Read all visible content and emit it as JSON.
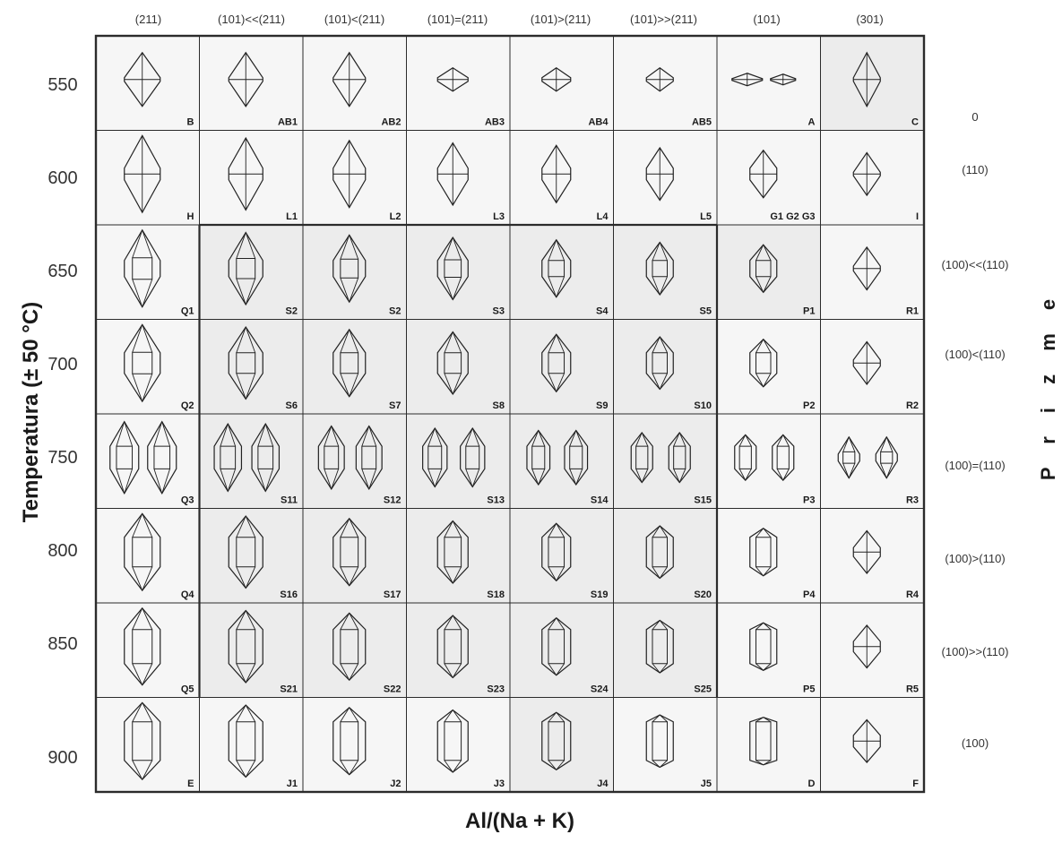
{
  "title": "",
  "axes": {
    "y_label": "Temperatura (± 50 °C)",
    "x_label": "Al/(Na + K)",
    "right_label": "P r i z m e"
  },
  "columns": [
    "(211)",
    "(101)<<(211)",
    "(101)<(211)",
    "(101)=(211)",
    "(101)>(211)",
    "(101)>>(211)",
    "(101)",
    "(301)"
  ],
  "rows": [
    "550",
    "600",
    "650",
    "700",
    "750",
    "800",
    "850",
    "900"
  ],
  "prisms": [
    "0",
    "(110)",
    "(100)<<(110)",
    "(100)<(110)",
    "(100)=(110)",
    "(100)>(110)",
    "(100)>>(110)",
    "(100)"
  ],
  "cells": [
    [
      "B",
      "AB1",
      "AB2",
      "AB3",
      "AB4",
      "AB5",
      "A",
      "C"
    ],
    [
      "H",
      "L1",
      "L2",
      "L3",
      "L4",
      "L5",
      "G1 G2 G3",
      "I"
    ],
    [
      "Q1",
      "S2",
      "S2",
      "S3",
      "S4",
      "S5",
      "P1",
      "R1"
    ],
    [
      "Q2",
      "S6",
      "S7",
      "S8",
      "S9",
      "S10",
      "P2",
      "R2"
    ],
    [
      "Q3",
      "S11",
      "S12",
      "S13",
      "S14",
      "S15",
      "P3",
      "R3"
    ],
    [
      "Q4",
      "S16",
      "S17",
      "S18",
      "S19",
      "S20",
      "P4",
      "R4"
    ],
    [
      "Q5",
      "S21",
      "S22",
      "S23",
      "S24",
      "S25",
      "P5",
      "R5"
    ],
    [
      "E",
      "J1",
      "J2",
      "J3",
      "J4",
      "J5",
      "D",
      "F"
    ]
  ],
  "colors": {
    "grid_line": "#2b2b2b",
    "cell_fill": "#f6f6f6",
    "shaded_fill": "#ececec",
    "crystal_stroke": "#222222"
  }
}
